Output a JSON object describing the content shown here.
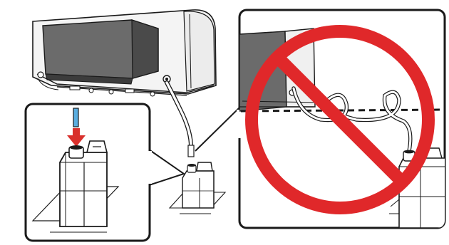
{
  "figure": {
    "kind": "instruction-illustration",
    "panels": [
      "printer-with-waste-ink-tube",
      "correct-tube-insertion-detail",
      "incorrect-slack-tube-detail"
    ]
  },
  "colors": {
    "outline": "#1a1a1a",
    "printer_body": "#f4f4f4",
    "printer_cover": "#6b6b6b",
    "printer_cover_dark": "#4a4a4a",
    "tube_blue": "#5aaee0",
    "arrow_red": "#d9302c",
    "prohibition_red": "#e0282a",
    "panel_border": "#1a1a1a"
  },
  "icons": {
    "insertion_arrow": "red-down-arrow",
    "prohibition": "no-symbol"
  }
}
